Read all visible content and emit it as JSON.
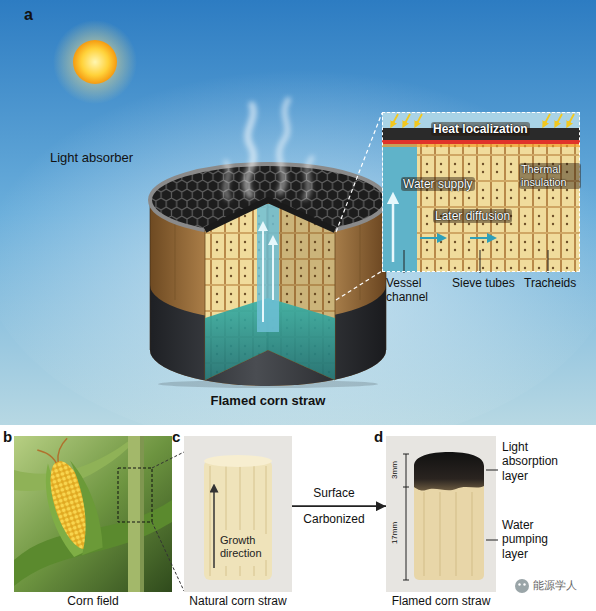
{
  "diagram": {
    "nodes": [
      {
        "text": [
          "Heat localization",
          "Thermal insulation",
          "Water supply",
          "Later diffusion"
        ]
      },
      {
        "text": [
          "Growth direction",
          "Natural corn straw"
        ]
      },
      {
        "text": [
          "Flamed corn straw"
        ]
      }
    ],
    "edges": [
      {
        "from": 1,
        "to": 2,
        "label": "Surface Carbonized",
        "arrow": "to"
      }
    ],
    "labels": [
      "a",
      "Light absorber",
      "Flamed corn straw",
      "Vessel channel",
      "Sieve tubes",
      "Tracheids",
      "b",
      "Corn field",
      "c",
      "d",
      "3mm",
      "17mm",
      "Light absorption layer",
      "Water pumping layer",
      "能源学人"
    ]
  }
}
